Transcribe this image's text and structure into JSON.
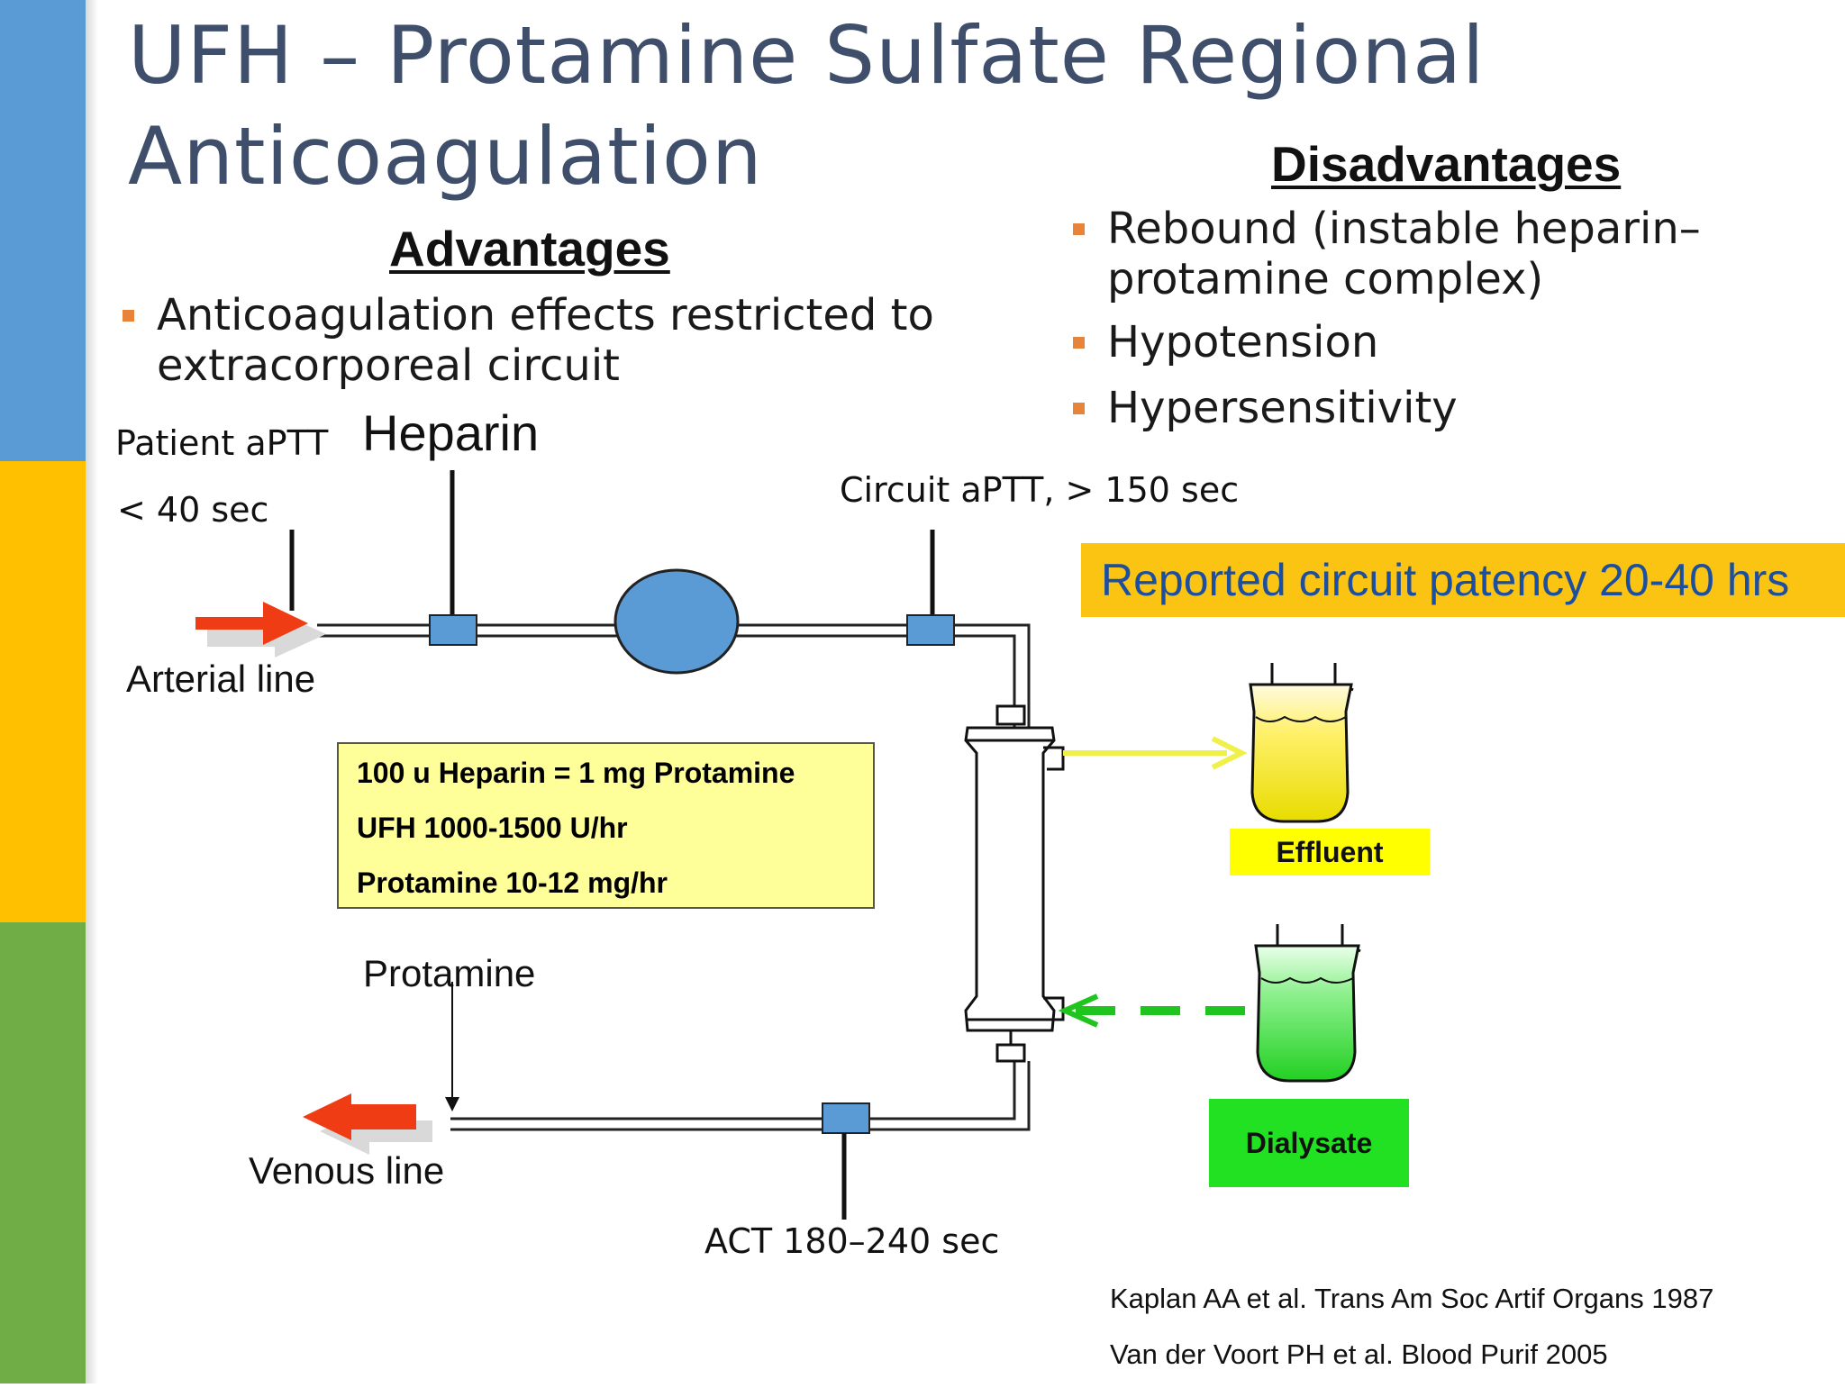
{
  "colors": {
    "sidebar_blue": "#5b9bd5",
    "sidebar_yellow": "#ffc000",
    "sidebar_green": "#70ad47",
    "title": "#3f4f6b",
    "bullet": "#e8833a",
    "banner_bg": "#fbc312",
    "banner_text": "#1c4fa0",
    "info_bg": "#ffff99",
    "effluent_bg": "#ffff00",
    "dialysate_bg": "#22e022",
    "arrow_red": "#f03c14",
    "connector_blue": "#5b9bd5"
  },
  "title": {
    "line1": "UFH – Protamine Sulfate Regional",
    "line2": "Anticoagulation"
  },
  "advantages": {
    "heading": "Advantages",
    "items": [
      {
        "line1": "Anticoagulation effects restricted to",
        "line2": "extracorporeal circuit"
      }
    ]
  },
  "disadvantages": {
    "heading": "Disadvantages",
    "items": [
      {
        "line1": "Rebound (instable heparin–",
        "line2": "protamine complex)"
      },
      {
        "line1": "Hypotension"
      },
      {
        "line1": "Hypersensitivity"
      }
    ]
  },
  "diagram": {
    "patient_aptt_label": "Patient aPTT",
    "patient_aptt_value": "< 40 sec",
    "heparin_label": "Heparin",
    "circuit_aptt_label": "Circuit aPTT, > 150 sec",
    "banner": "Reported circuit patency 20-40 hrs",
    "arterial_line": "Arterial line",
    "venous_line": "Venous line",
    "protamine_label": "Protamine",
    "act_label": "ACT 180–240 sec",
    "effluent_label": "Effluent",
    "dialysate_label": "Dialysate",
    "dosing": [
      "100 u Heparin = 1 mg Protamine",
      "UFH 1000-1500 U/hr",
      "Protamine 10-12 mg/hr"
    ]
  },
  "references": [
    "Kaplan AA et al. Trans Am Soc Artif Organs 1987",
    "Van der Voort PH et al. Blood Purif 2005"
  ]
}
